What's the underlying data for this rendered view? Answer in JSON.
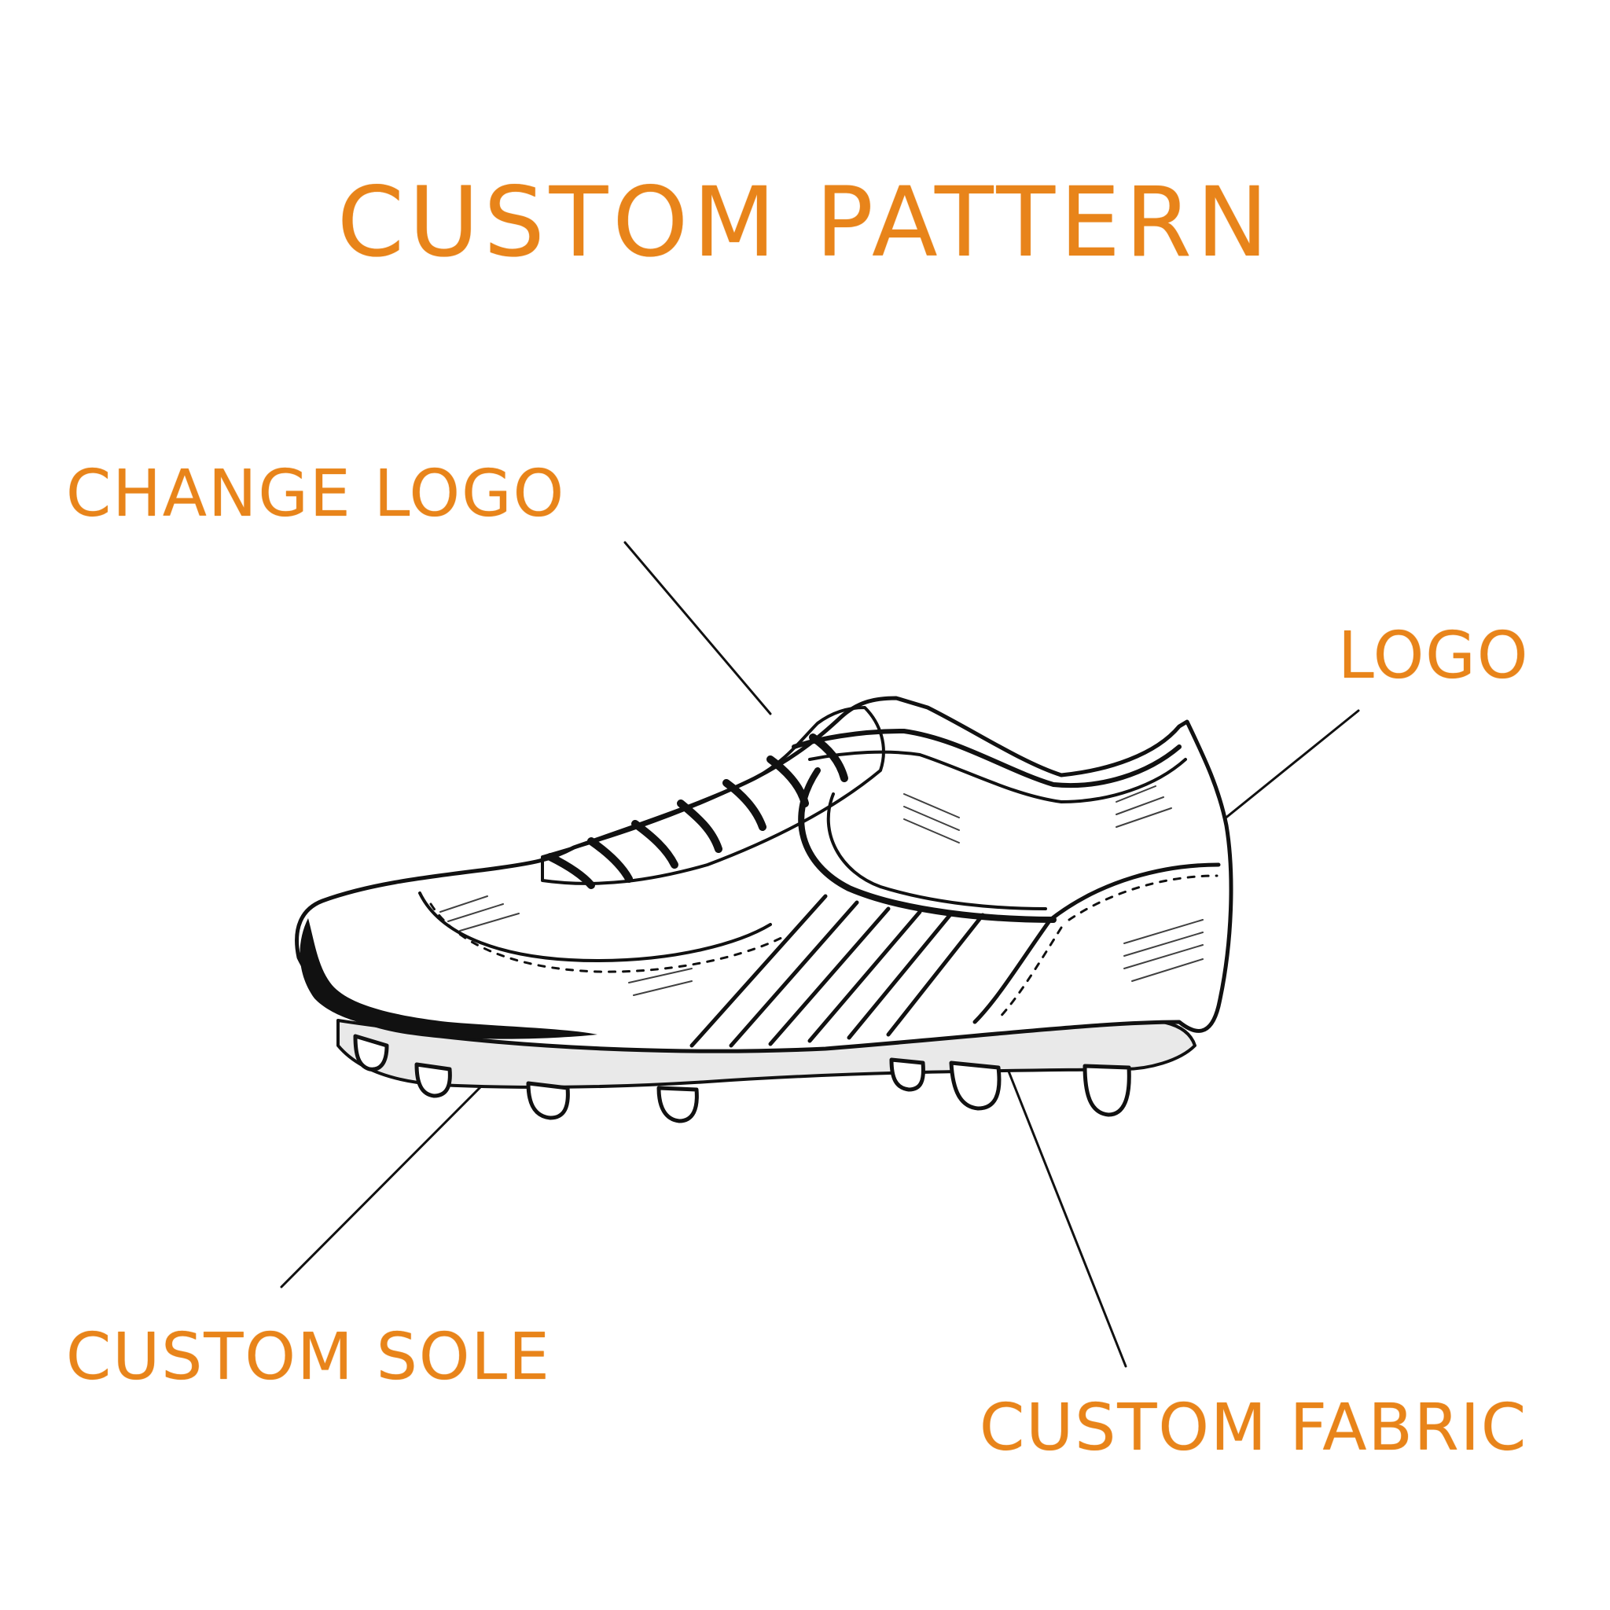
{
  "title": "CUSTOM PATTERN",
  "callouts": {
    "change_logo": "CHANGE LOGO",
    "logo": "LOGO",
    "custom_sole": "CUSTOM SOLE",
    "custom_fabric": "CUSTOM FABRIC"
  },
  "colors": {
    "accent": "#e8841a",
    "ink": "#111111",
    "background": "#ffffff"
  },
  "icon": "soccer-cleat-illustration"
}
